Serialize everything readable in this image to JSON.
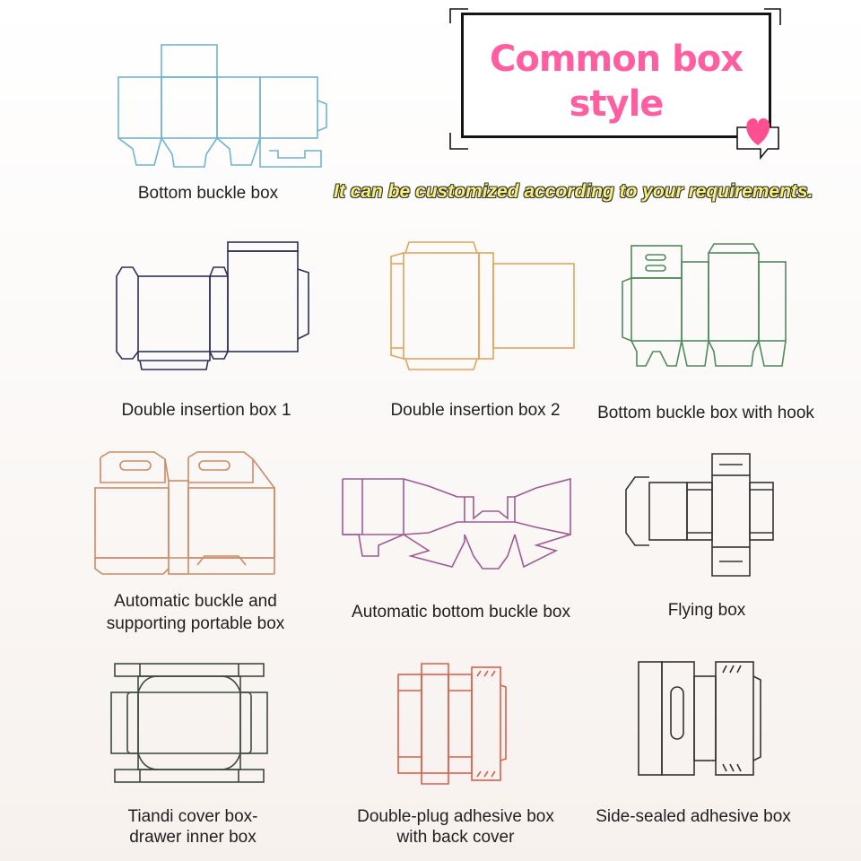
{
  "title": "Common box style",
  "subtitle": "It can be customized according to your requirements.",
  "colors": {
    "title": "#ff5fa0",
    "subtitle_fill": "#f6f07a",
    "bottom_buckle": "#6fb3d3",
    "double_insertion_1": "#2d2f5a",
    "double_insertion_2": "#e0a45a",
    "hook": "#4f8a5c",
    "portable": "#d08a63",
    "auto_bottom": "#a05a92",
    "flying": "#333333",
    "tiandi": "#3e4a3e",
    "double_plug": "#d8604a",
    "side_sealed": "#333333"
  },
  "icons": [
    "heart-speech-bubble-icon",
    "frame-corner-icon"
  ],
  "boxes": [
    {
      "label": "Bottom buckle box"
    },
    {
      "label": "Double insertion box 1"
    },
    {
      "label": "Double insertion box 2"
    },
    {
      "label": "Bottom buckle box with hook"
    },
    {
      "label_line1": "Automatic buckle and",
      "label_line2": "supporting portable box"
    },
    {
      "label": "Automatic bottom buckle box"
    },
    {
      "label": "Flying box"
    },
    {
      "label_line1": "Tiandi cover box-",
      "label_line2": "drawer inner box"
    },
    {
      "label_line1": "Double-plug adhesive box",
      "label_line2": "with back cover"
    },
    {
      "label": "Side-sealed adhesive box"
    }
  ]
}
